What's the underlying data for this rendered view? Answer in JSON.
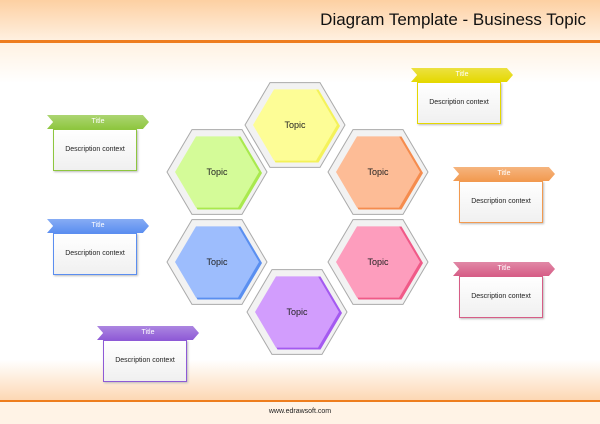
{
  "header": {
    "title": "Diagram Template -  Business Topic"
  },
  "footer": {
    "text": "www.edrawsoft.com"
  },
  "topics": [
    {
      "label": "Topic",
      "fill": "#fdfd96",
      "edge": "#f4f25a"
    },
    {
      "label": "Topic",
      "fill": "#d4fb98",
      "edge": "#a9e94e"
    },
    {
      "label": "Topic",
      "fill": "#fdbc96",
      "edge": "#f58c4e"
    },
    {
      "label": "Topic",
      "fill": "#9dbdfd",
      "edge": "#5a8ff0"
    },
    {
      "label": "Topic",
      "fill": "#fd9dbd",
      "edge": "#f05a88"
    },
    {
      "label": "Topic",
      "fill": "#d29dfd",
      "edge": "#a45af0"
    }
  ],
  "cards": [
    {
      "title": "Title",
      "description": "Description context",
      "color": "#e5d800"
    },
    {
      "title": "Title",
      "description": "Description context",
      "color": "#8ec63f"
    },
    {
      "title": "Title",
      "description": "Description context",
      "color": "#f29a50"
    },
    {
      "title": "Title",
      "description": "Description context",
      "color": "#5b8ef0"
    },
    {
      "title": "Title",
      "description": "Description context",
      "color": "#d65d86"
    },
    {
      "title": "Title",
      "description": "Description context",
      "color": "#8e5ad6"
    }
  ]
}
